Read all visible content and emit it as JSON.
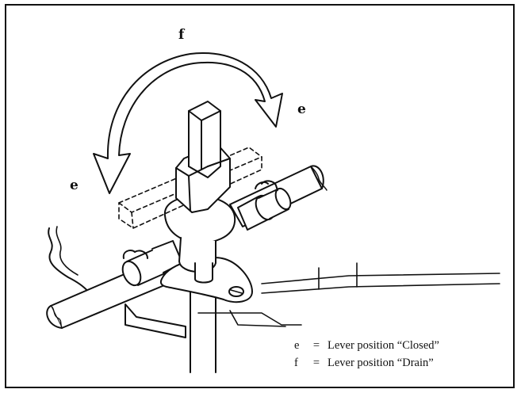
{
  "labels": {
    "f_top": "f",
    "e_right": "e",
    "e_left": "e"
  },
  "legend": [
    {
      "key": "e",
      "eq": "=",
      "text": "Lever position “Closed”"
    },
    {
      "key": "f",
      "eq": "=",
      "text": "Lever position “Drain”"
    }
  ],
  "colors": {
    "line": "#111111",
    "fill": "#ffffff",
    "background": "#ffffff"
  }
}
